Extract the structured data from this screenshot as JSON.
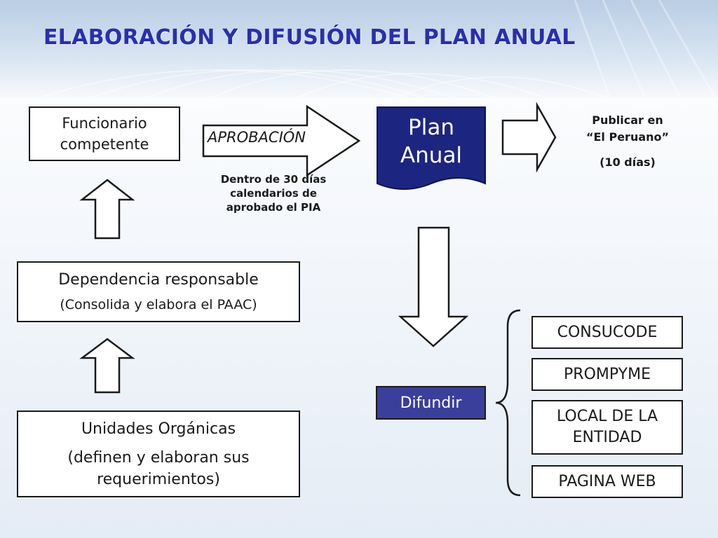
{
  "slide": {
    "title": "ELABORACIÓN Y DIFUSIÓN DEL PLAN ANUAL"
  },
  "flow": {
    "funcionario": {
      "line1": "Funcionario",
      "line2": "competente"
    },
    "aprobacion": {
      "label": "APROBACIÓN"
    },
    "plazo_aprobacion": {
      "line1": "Dentro de 30 días",
      "line2": "calendarios de",
      "line3": "aprobado el PIA"
    },
    "plan_anual": {
      "line1": "Plan",
      "line2": "Anual"
    },
    "publicar": {
      "line1": "Publicar en",
      "line2": "“El Peruano”",
      "line3": "(10 días)"
    },
    "dependencia": {
      "line1": "Dependencia responsable",
      "line2": "(Consolida y elabora el PAAC)"
    },
    "unidades": {
      "line1": "Unidades Orgánicas",
      "line2": "(definen y elaboran sus",
      "line3": "requerimientos)"
    },
    "difundir": {
      "label": "Difundir"
    },
    "destinos": [
      {
        "label": "CONSUCODE"
      },
      {
        "label": "PROMPYME"
      },
      {
        "line1": "LOCAL DE LA",
        "line2": "ENTIDAD"
      },
      {
        "label": "PAGINA WEB"
      }
    ]
  },
  "colors": {
    "title": "#2a2fae",
    "plan_fill": "#1c2580",
    "difundir_fill": "#3a3f9c",
    "outline": "#1a1a1a"
  }
}
